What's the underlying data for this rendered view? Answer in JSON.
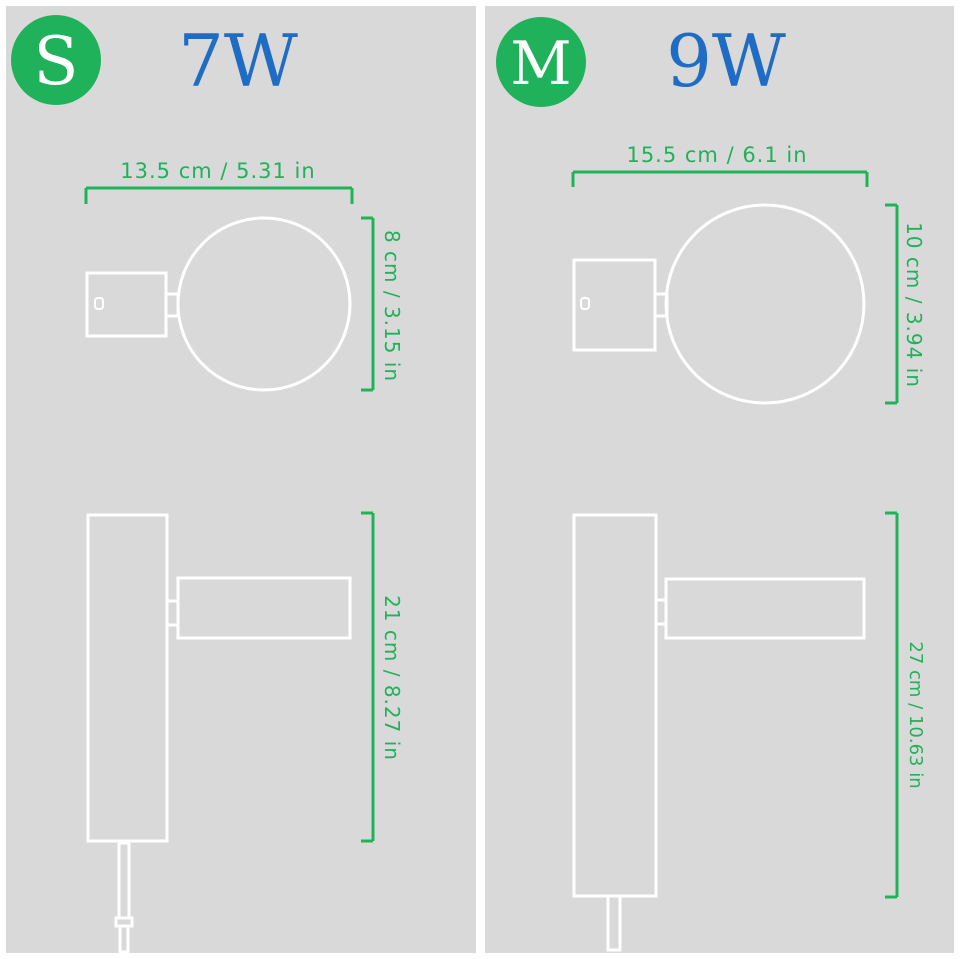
{
  "colors": {
    "panel_background": "#d9d9d9",
    "outline": "#ffffff",
    "dimension_line": "#1fb25a",
    "dimension_text": "#1fb25a",
    "badge_fill": "#1fb25a",
    "badge_text": "#ffffff",
    "wattage_text": "#1f6cc4"
  },
  "panels": [
    {
      "size_badge": "S",
      "wattage": "7W",
      "width_label": "13.5 cm / 5.31 in",
      "head_height_label": "8 cm / 3.15 in",
      "total_height_label": "21 cm / 8.27 in"
    },
    {
      "size_badge": "M",
      "wattage": "9W",
      "width_label": "15.5 cm / 6.1 in",
      "head_height_label": "10 cm / 3.94 in",
      "total_height_label": "27 cm / 10.63 in"
    }
  ]
}
